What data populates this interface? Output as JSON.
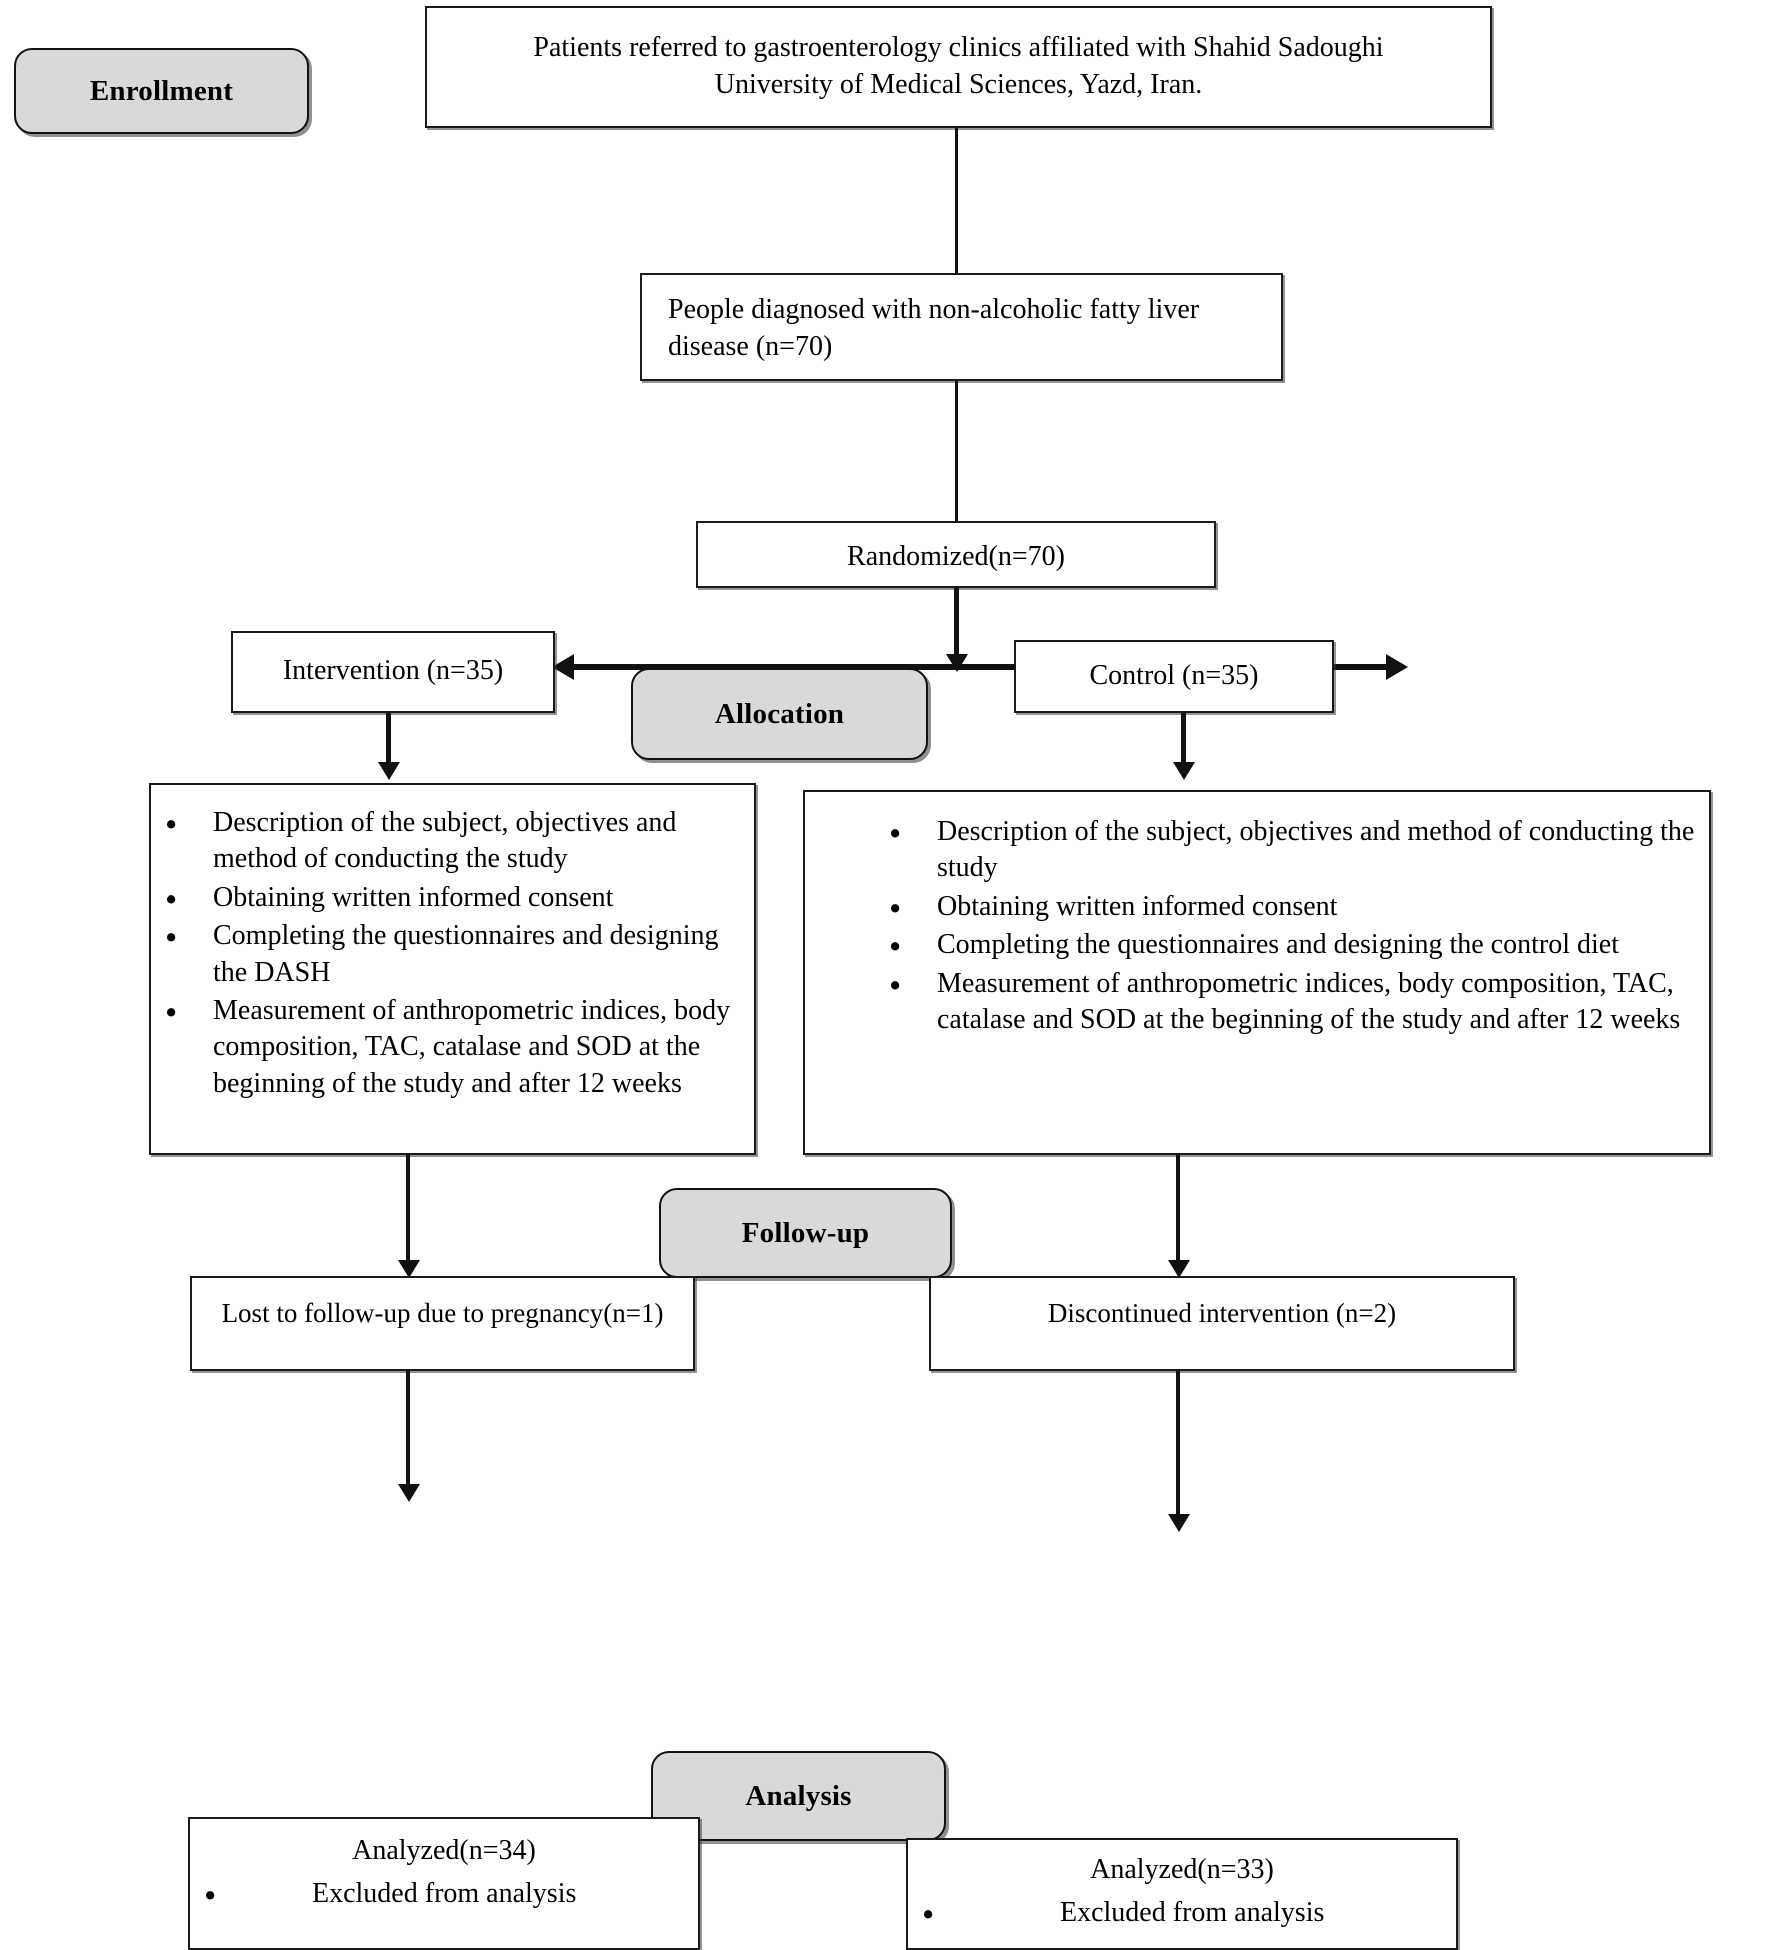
{
  "diagram": {
    "type": "consort-flow-diagram",
    "stages": [
      {
        "id": "enrollment",
        "label": "Enrollment"
      },
      {
        "id": "allocation",
        "label": "Allocation"
      },
      {
        "id": "followup",
        "label": "Follow-up"
      },
      {
        "id": "analysis",
        "label": "Analysis"
      }
    ],
    "nodes": {
      "referred": {
        "text": "Patients referred to gastroenterology clinics affiliated with Shahid Sadoughi University of Medical Sciences, Yazd, Iran."
      },
      "diagnosed": {
        "text": "People diagnosed with non-alcoholic fatty liver disease (n=70)"
      },
      "randomized": {
        "text": "Randomized(n=70)"
      },
      "intervention_arm": {
        "text": "Intervention (n=35)"
      },
      "control_arm": {
        "text": "Control (n=35)"
      },
      "intervention_details": {
        "bullets": [
          "Description of the subject, objectives and method of conducting the study",
          "Obtaining written informed consent",
          "Completing the questionnaires and designing the DASH",
          "Measurement of anthropometric indices, body composition, TAC, catalase and SOD at the beginning of the study and after 12 weeks"
        ]
      },
      "control_details": {
        "bullets": [
          "Description of the subject, objectives and method of conducting the study",
          "Obtaining written informed consent",
          "Completing the questionnaires and designing the control diet",
          "Measurement of anthropometric indices, body composition, TAC, catalase and SOD at the beginning of the study and after 12 weeks"
        ]
      },
      "lost_followup_left": {
        "text": "Lost to follow-up due to pregnancy(n=1)"
      },
      "lost_followup_right": {
        "text": "Discontinued intervention (n=2)"
      },
      "analyzed_left": {
        "title": "Analyzed(n=34)",
        "bullets": [
          "Excluded from analysis"
        ]
      },
      "analyzed_right": {
        "title": "Analyzed(n=33)",
        "bullets": [
          "Excluded from analysis"
        ]
      }
    },
    "colors": {
      "stage_fill": "#d9d9d9",
      "line": "#111111",
      "box_fill": "#ffffff",
      "text": "#000000"
    }
  }
}
